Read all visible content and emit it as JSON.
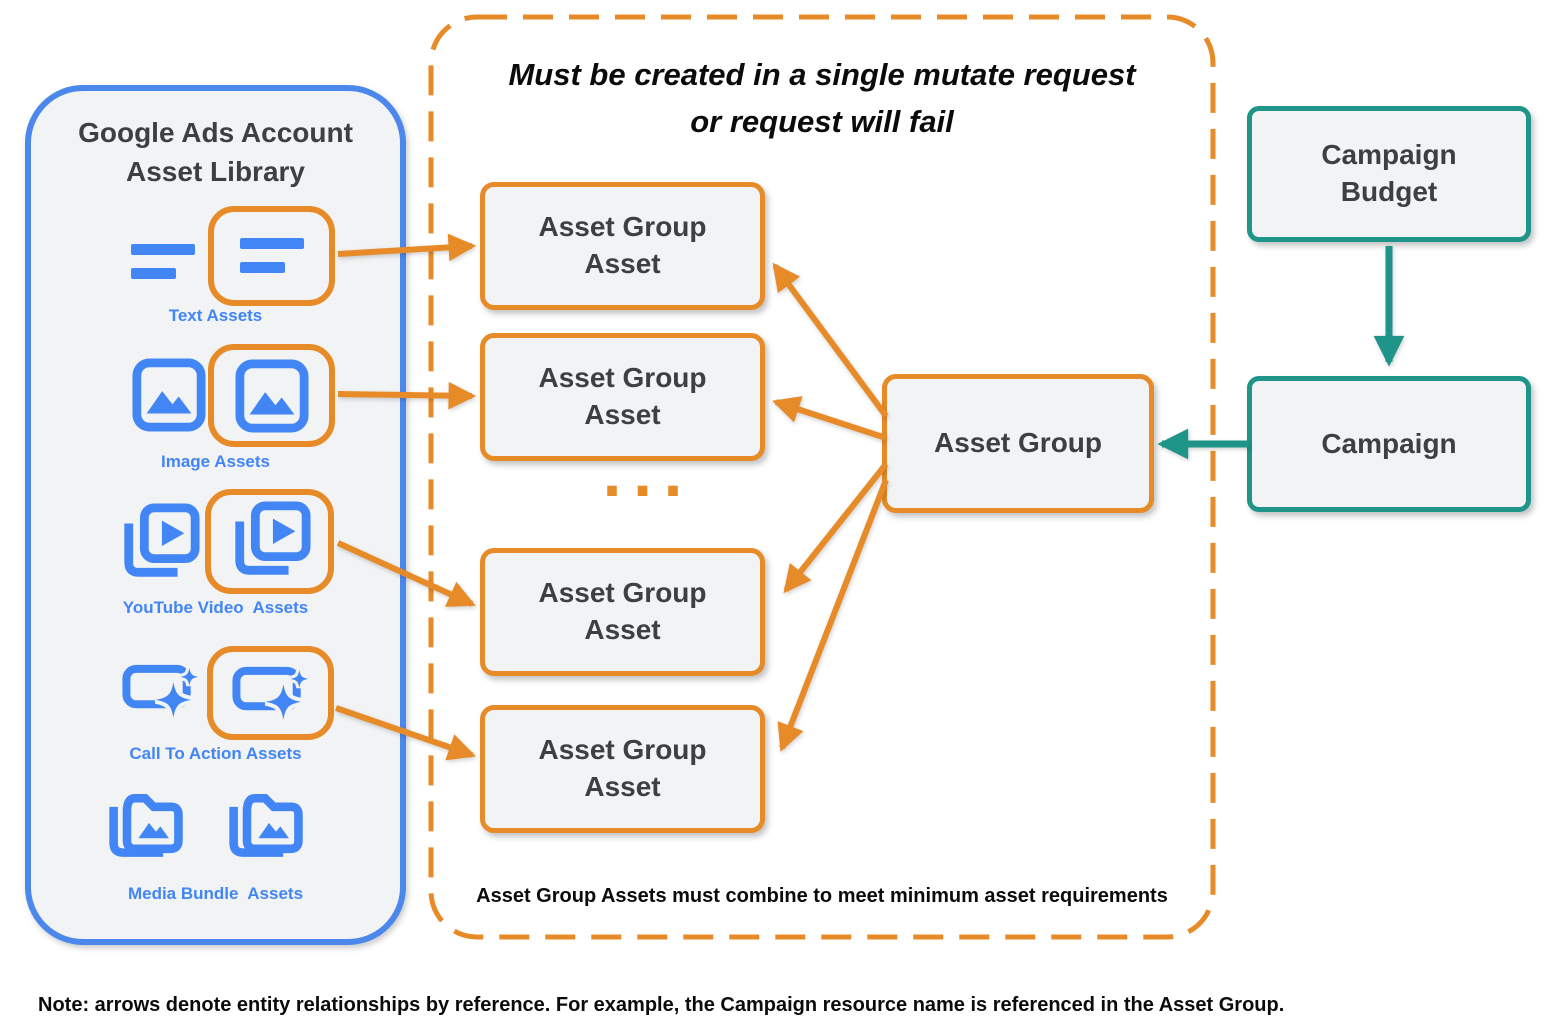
{
  "colors": {
    "orange": "#E78B28",
    "teal": "#1F9488",
    "blue": "#4285F4",
    "panel-border": "#4C87EC",
    "panel-bg": "#F1F3F4",
    "node-bg": "#F1F3F4",
    "text-dark": "#3C4043",
    "text-black": "#0B0B0C"
  },
  "library": {
    "title_line1": "Google Ads Account",
    "title_line2": "Asset Library",
    "items": [
      {
        "label": "Text Assets",
        "icon": "text-asset-icon",
        "highlighted": true
      },
      {
        "label": "Image Assets",
        "icon": "image-asset-icon",
        "highlighted": true
      },
      {
        "label": "YouTube Video  Assets",
        "icon": "youtube-video-asset-icon",
        "highlighted": true
      },
      {
        "label": "Call To Action Assets",
        "icon": "call-to-action-asset-icon",
        "highlighted": true
      },
      {
        "label": "Media Bundle  Assets",
        "icon": "media-bundle-asset-icon",
        "highlighted": false
      }
    ]
  },
  "mutate_group": {
    "title_line1": "Must be created in a single mutate request",
    "title_line2": "or request will fail",
    "asset_group_asset_label": "Asset Group Asset",
    "ellipsis": "...",
    "asset_group_label": "Asset Group",
    "caption": "Asset Group Assets must combine to meet minimum asset requirements"
  },
  "campaign_column": {
    "budget_label": "Campaign Budget",
    "campaign_label": "Campaign"
  },
  "note": "Note: arrows denote entity relationships by reference. For example, the Campaign resource name is referenced in the Asset Group."
}
